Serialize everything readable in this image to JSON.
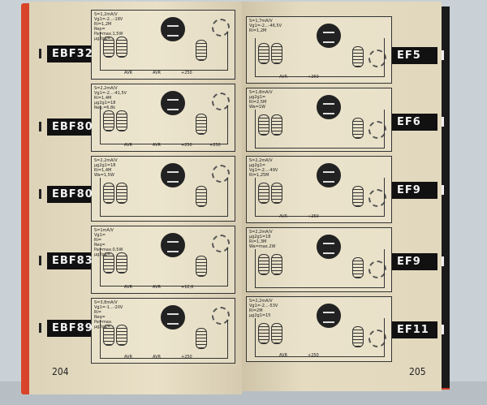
{
  "left_page": {
    "page_number": "204",
    "entries": [
      {
        "label": "EBF32",
        "params": "S=1,2mA/V\nVg1=-2...-18V\nRi=1,2M\nRep=\nPa=max.1,5W\nµg2g1=",
        "values": [
          "AVR",
          "AVR",
          "+250"
        ]
      },
      {
        "label": "EBF80",
        "params": "S=2,2mA/V\nVg1=-2...-41,5V\nRi=1,4M\nµg2g1=18\nReq.=6,8k",
        "values": [
          "AVR",
          "AVR",
          "+250",
          "+250"
        ]
      },
      {
        "label": "EBF80",
        "params": "S=2,2mA/V\nµg2g1=18\nRi=1,4M\nWa=1,5W",
        "values": []
      },
      {
        "label": "EBF83",
        "params": "S=1mA/V\nVg1=\nRi=\nReq=\nPa=max.0,5W\nµg2g1=",
        "values": [
          "AVR",
          "AVR",
          "+12,6"
        ]
      },
      {
        "label": "EBF89",
        "params": "S=3,8mA/V\nVg1=-1...-20V\nRi=\nReq=\nPa=max.\nµg2g1=",
        "values": [
          "AVR",
          "AVR",
          "+250"
        ]
      }
    ]
  },
  "right_page": {
    "page_number": "205",
    "entries": [
      {
        "label": "EF5",
        "params": "S=1,7mA/V\nVg1=-2...-46,5V\nRi=1,2M",
        "values": [
          "AVR",
          "+250"
        ]
      },
      {
        "label": "EF6",
        "params": "S=1,8mA/V\nµg2g1=\nRi=2,5M\nWa=1W",
        "values": []
      },
      {
        "label": "EF9",
        "params": "S=2,2mA/V\nµg2g1=\nVg1=-2...-49V\nRi=1,25M",
        "values": [
          "AVR",
          "+250"
        ]
      },
      {
        "label": "EF9",
        "params": "S=2,2mA/V\nµg2g1=18\nRi=1,3M\nWa=max.2W",
        "values": []
      },
      {
        "label": "EF11",
        "params": "S=2,2mA/V\nVg1=-2...-53V\nRi=2M\nµg2g1=15",
        "values": [
          "AVR",
          "+250"
        ]
      }
    ]
  }
}
